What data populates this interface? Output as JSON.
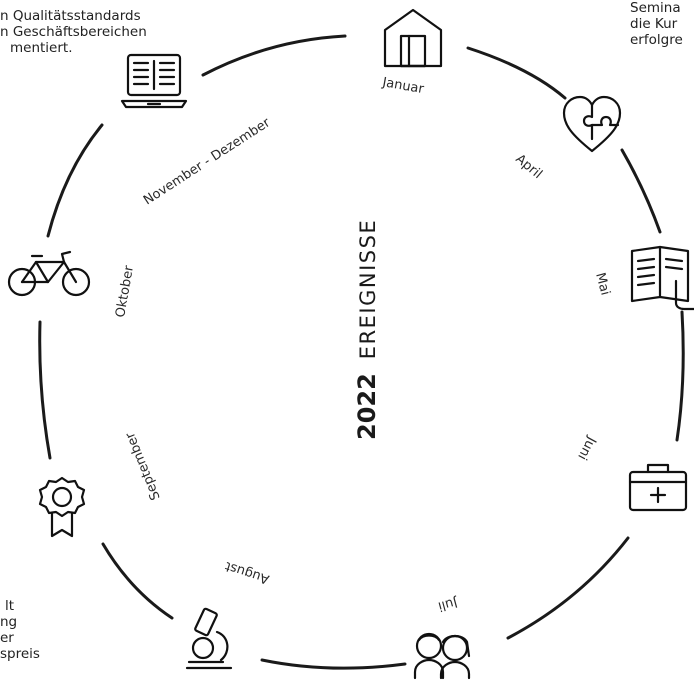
{
  "title": {
    "year": "2022",
    "label": "EREIGNISSE"
  },
  "months": {
    "januar": "Januar",
    "april": "April",
    "mai": "Mai",
    "juni": "Juni",
    "juli": "Juli",
    "august": "August",
    "september": "September",
    "oktober": "Oktober",
    "november_dezember": "November - Dezember"
  },
  "texts": {
    "top_left": [
      "n Qualitätsstandards",
      "n Geschäftsbereichen",
      "mentiert."
    ],
    "top_right": [
      "Semina",
      "die Kur",
      "erfolgre"
    ],
    "bottom_left": [
      "lt",
      "ng",
      "er",
      "spreis"
    ]
  },
  "icons": [
    "warehouse-door-icon",
    "heart-puzzle-icon",
    "book-hand-icon",
    "first-aid-kit-icon",
    "children-icon",
    "microscope-icon",
    "award-ribbon-icon",
    "bicycle-icon",
    "laptop-document-icon"
  ]
}
